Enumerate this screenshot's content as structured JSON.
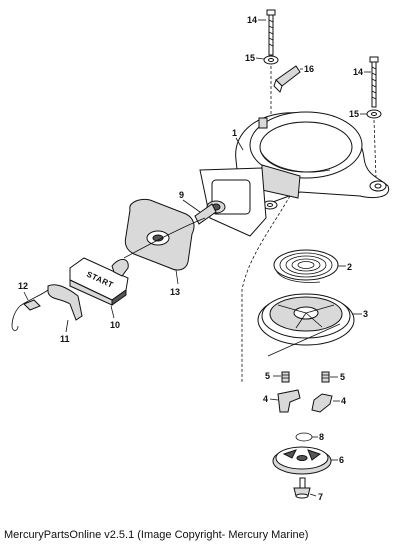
{
  "diagram": {
    "callouts": {
      "c1": "1",
      "c2": "2",
      "c3": "3",
      "c4a": "4",
      "c4b": "4",
      "c5a": "5",
      "c5b": "5",
      "c6": "6",
      "c7": "7",
      "c8": "8",
      "c9": "9",
      "c10": "10",
      "c11": "11",
      "c12": "12",
      "c13": "13",
      "c14a": "14",
      "c14b": "14",
      "c15a": "15",
      "c15b": "15",
      "c16": "16"
    },
    "handle_stamp": "START"
  },
  "caption": "MercuryPartsOnline v2.5.1 (Image Copyright- Mercury Marine)"
}
